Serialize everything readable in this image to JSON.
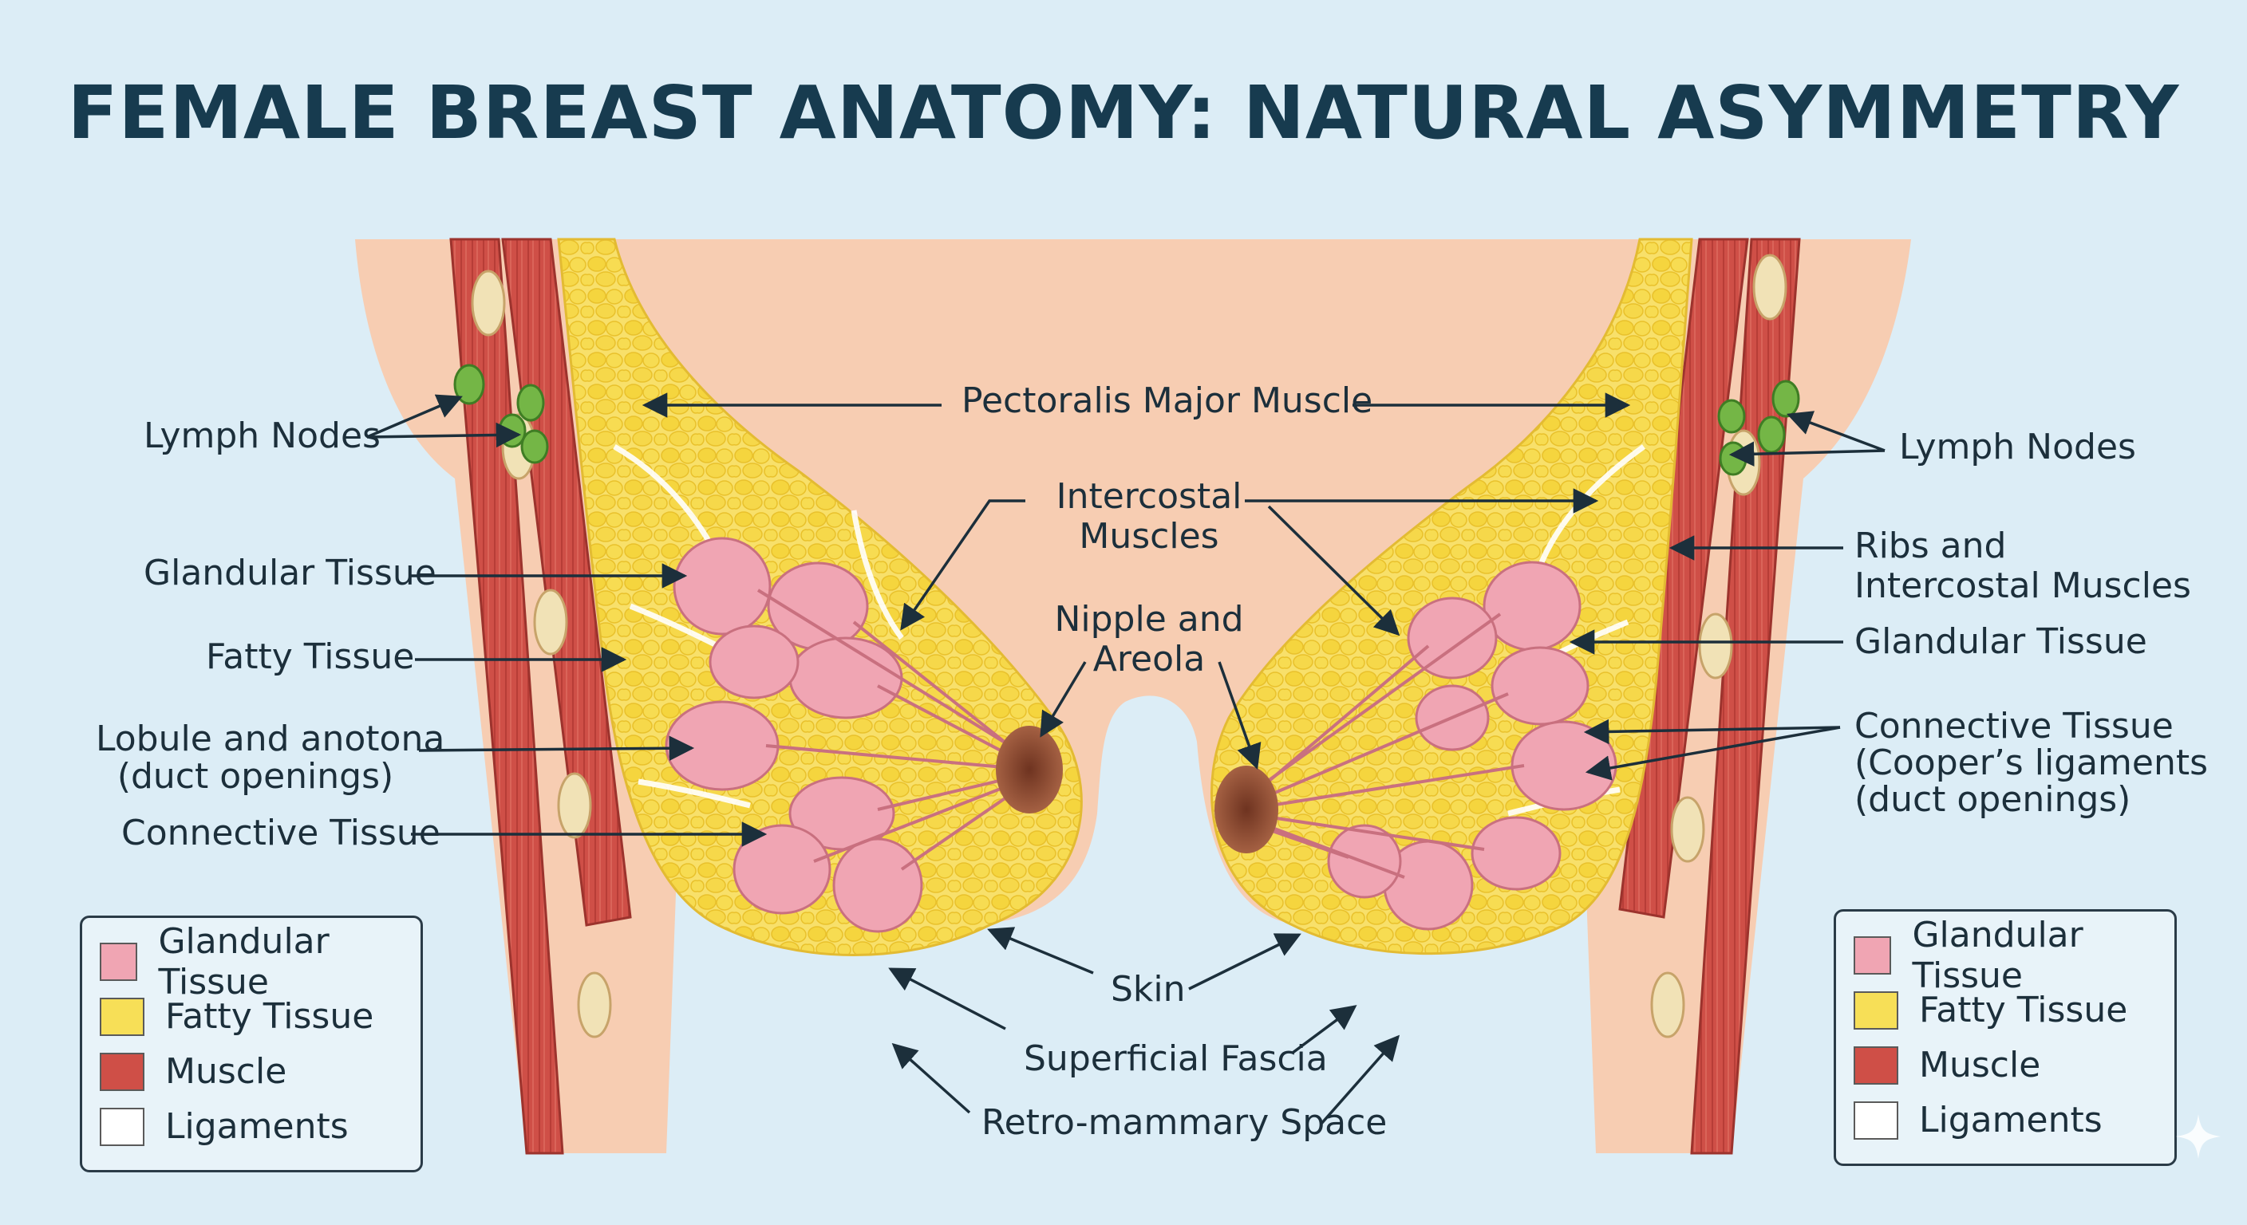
{
  "title": "FEMALE BREAST ANATOMY: NATURAL ASYMMETRY",
  "labels": {
    "pectoralis": "Pectoralis Major Muscle",
    "intercostal_line1": "Intercostal",
    "intercostal_line2": "Muscles",
    "nipple_line1": "Nipple and",
    "nipple_line2": "Areola",
    "skin": "Skin",
    "superficial_fascia": "Superficial Fascia",
    "retro_mammary": "Retro-mammary Space",
    "left": {
      "lymph_nodes": "Lymph Nodes",
      "glandular": "Glandular Tissue",
      "fatty": "Fatty Tissue",
      "lobule_line1": "Lobule and anotona",
      "lobule_line2": "(duct openings)",
      "connective": "Connective Tissue"
    },
    "right": {
      "lymph_nodes": "Lymph Nodes",
      "ribs_line1": "Ribs and",
      "ribs_line2": "Intercostal Muscles",
      "glandular": "Glandular Tissue",
      "connective_line1": "Connective Tissue",
      "connective_line2": "(Cooper’s ligaments",
      "connective_line3": "(duct openings)"
    }
  },
  "legend_left": [
    {
      "label": "Glandular Tissue",
      "color": "#f0a5b3"
    },
    {
      "label": "Fatty Tissue",
      "color": "#f7df57"
    },
    {
      "label": "Muscle",
      "color": "#cf4f47"
    },
    {
      "label": "Ligaments",
      "color": "#ffffff"
    }
  ],
  "legend_right": [
    {
      "label": "Glandular Tissue",
      "color": "#f0a5b3"
    },
    {
      "label": "Fatty Tissue",
      "color": "#f7df57"
    },
    {
      "label": "Muscle",
      "color": "#cf4f47"
    },
    {
      "label": "Ligaments",
      "color": "#ffffff"
    }
  ],
  "colors": {
    "background": "#dcedf6",
    "skin": "#f7cdb2",
    "fat": "#f7df57",
    "gland": "#f0a5b3",
    "muscle": "#cf4f47",
    "nipple": "#9a4f33",
    "lymph": "#74b646"
  }
}
